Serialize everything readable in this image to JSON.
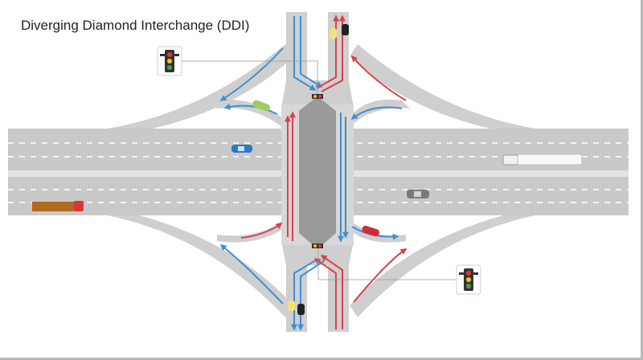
{
  "title": "Diverging Diamond Interchange (DDI)",
  "colors": {
    "road": "#cfcfcf",
    "pavement": "#bdbdbd",
    "median": "#9a9a9a",
    "lane_marking": "#ffffff",
    "northbound_flow_arrow": "#d8434d",
    "southbound_flow_arrow": "#3f8fd2",
    "signal_housing": "#333333"
  },
  "icons": {
    "traffic_signal": "traffic-signal-icon",
    "flow_arrow": "arrow-icon",
    "vehicle": "car-icon"
  },
  "traffic_signals": [
    "signal-upper",
    "signal-lower"
  ],
  "vehicles": [
    "blue-car",
    "white-truck",
    "gray-car",
    "orange-truck",
    "green-car",
    "red-car",
    "black-car-north",
    "yellow-car-north",
    "black-car-south",
    "yellow-car-south"
  ]
}
